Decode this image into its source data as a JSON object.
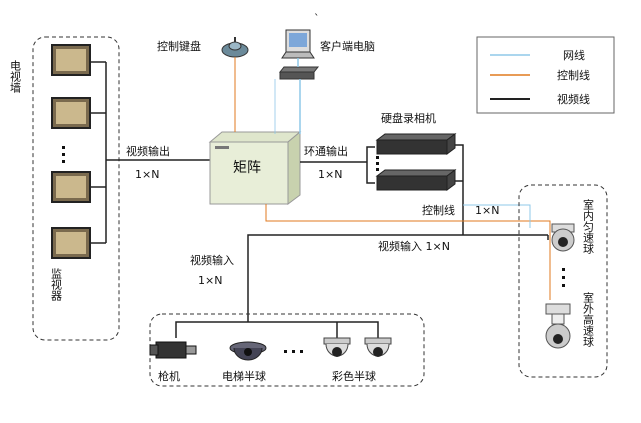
{
  "stray_mark": "`",
  "labels": {
    "tv_wall": "电视墙",
    "monitor": "监视器",
    "control_keyboard": "控制键盘",
    "client_pc": "客户端电脑",
    "dvr": "硬盘录相机",
    "matrix": "矩阵",
    "video_out": "视频输出",
    "video_out_count": "1×N",
    "loop_out": "环通输出",
    "loop_out_count": "1×N",
    "control_line_label": "控制线",
    "control_line_count": "1×N",
    "video_in_right": "视频输入 1×N",
    "video_in": "视频输入",
    "video_in_count": "1×N",
    "indoor_dome": "室内匀速球",
    "outdoor_dome": "室外高速球",
    "gun_camera": "枪机",
    "ptz_dome": "电梯半球",
    "color_dome": "彩色半球"
  },
  "legend": [
    {
      "label": "网线",
      "color": "#8fc8e8"
    },
    {
      "label": "控制线",
      "color": "#e07a1f"
    },
    {
      "label": "视频线",
      "color": "#222222"
    }
  ],
  "colors": {
    "network": "#8fc8e8",
    "control": "#e07a1f",
    "video": "#222222"
  },
  "icons": {
    "keyboard": "joystick-keyboard-icon",
    "pc": "computer-icon",
    "switch": "network-switch-icon",
    "monitor": "tv-monitor-icon",
    "dvr": "dvr-recorder-icon",
    "gun": "bullet-camera-icon",
    "dome": "dome-camera-icon",
    "speed_dome": "speed-dome-icon"
  }
}
